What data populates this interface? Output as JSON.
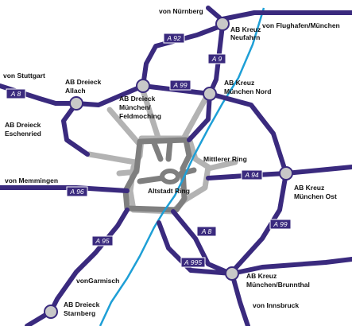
{
  "colors": {
    "autobahn": "#3a2a7e",
    "mittlerer_ring": "#b3b3b3",
    "altstadt_ring": "#7f7f7f",
    "river": "#1e9fd6",
    "junction_fill": "#c8c8c8",
    "shield_fill": "#3a2a7e",
    "text": "#111111"
  },
  "destinations": {
    "nuernberg": "von Nürnberg",
    "flughafen": "von Flughafen/München",
    "stuttgart": "von Stuttgart",
    "memmingen": "von Memmingen",
    "garmisch": "vonGarmisch",
    "innsbruck": "von Innsbruck"
  },
  "junctions": {
    "neufahrn": [
      "AB Kreuz",
      "Neufahrn"
    ],
    "allach": [
      "AB Dreieck",
      "Allach"
    ],
    "feldmoching": [
      "AB Dreieck",
      "München/",
      "Feldmoching"
    ],
    "muenchen_nord": [
      "AB Kreuz",
      "München Nord"
    ],
    "eschenried": [
      "AB Dreieck",
      "Eschenried"
    ],
    "muenchen_ost": [
      "AB Kreuz",
      "München Ost"
    ],
    "brunnthal": [
      "AB Kreuz",
      "München/Brunnthal"
    ],
    "starnberg": [
      "AB Dreieck",
      "Starnberg"
    ]
  },
  "rings": {
    "mittlerer": "Mittlerer Ring",
    "altstadt": "Altstadt Ring"
  },
  "shields": {
    "a92": "A 92",
    "a9": "A 9",
    "a8_west": "A 8",
    "a99_north": "A 99",
    "a94": "A 94",
    "a96": "A 96",
    "a8_south": "A 8",
    "a95": "A 95",
    "a995": "A 995",
    "a99_east": "A 99"
  }
}
